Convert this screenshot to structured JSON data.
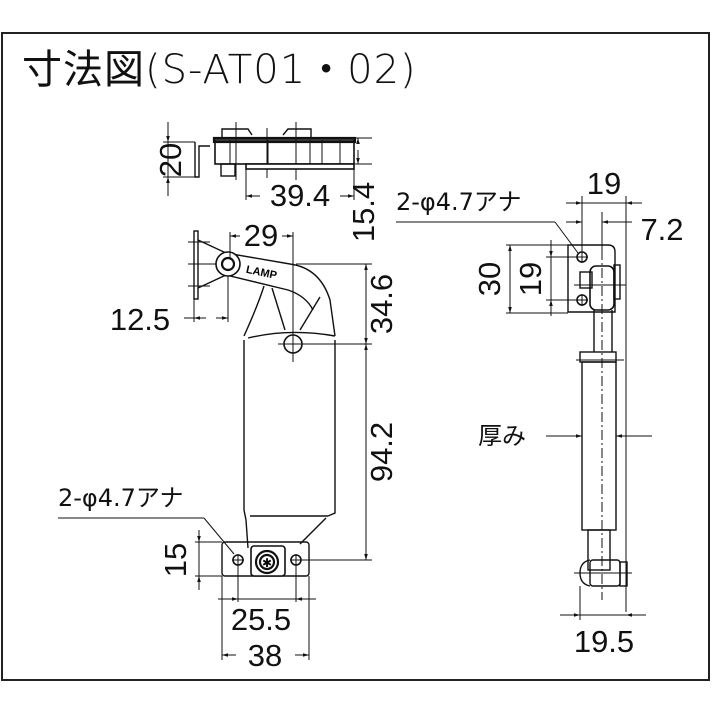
{
  "title": "寸法図(S-AT01・02)",
  "top_view": {
    "dims": {
      "height": "20",
      "width": "39.4",
      "depth": "15.4"
    }
  },
  "front_view": {
    "dims": {
      "pivot_to_hole": "29",
      "pivot_offset": "12.5",
      "arm_height": "34.6",
      "body_length": "94.2",
      "bracket_height": "15",
      "hole_pitch": "25.5",
      "bracket_width": "38"
    },
    "hole_note": "2-φ4.7アナ",
    "brand_mark": "LAMP"
  },
  "side_view": {
    "dims": {
      "hole_offset": "19",
      "center_offset": "7.2",
      "plate_height": "30",
      "hole_pitch": "19",
      "overall_thickness": "19.5"
    },
    "hole_note": "2-φ4.7アナ",
    "thickness_label": "厚み"
  }
}
